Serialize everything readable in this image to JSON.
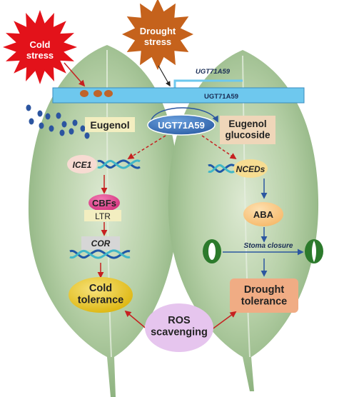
{
  "cold_stress": "Cold\nstress",
  "drought_stress": "Drought\nstress",
  "gene_mrna": "UGT71A59",
  "gene_bar": "UGT71A59",
  "enzyme": "UGT71A59",
  "eugenol": "Eugenol",
  "eugenol_glucoside": "Eugenol\nglucoside",
  "ice1": "ICE1",
  "cbfs": "CBFs",
  "ltr": "LTR",
  "cor": "COR",
  "cold_tolerance": "Cold\ntolerance",
  "nceds": "NCEDs",
  "aba": "ABA",
  "stoma_closure": "Stoma closure",
  "drought_tolerance": "Drought\ntolerance",
  "ros_scavenging": "ROS\nscavenging",
  "colors": {
    "cold_star": "#e3121a",
    "drought_star": "#c5621c",
    "leaf": "#a9c99a",
    "gene_bar": "#6ec8ee",
    "enzyme": "#3e78c0",
    "cbfs": "#e4448f",
    "cold_tolerance": "#e8c51e",
    "drought_tolerance": "#f0ac84",
    "ros": "#e6c5ee",
    "eugenol_box": "#f3eec0",
    "glucoside_box": "#efd6b9",
    "aba": "#fbcc8c",
    "nceds": "#f6dd92",
    "ice1": "#f7dbd2",
    "cor": "#d6d6d6"
  }
}
